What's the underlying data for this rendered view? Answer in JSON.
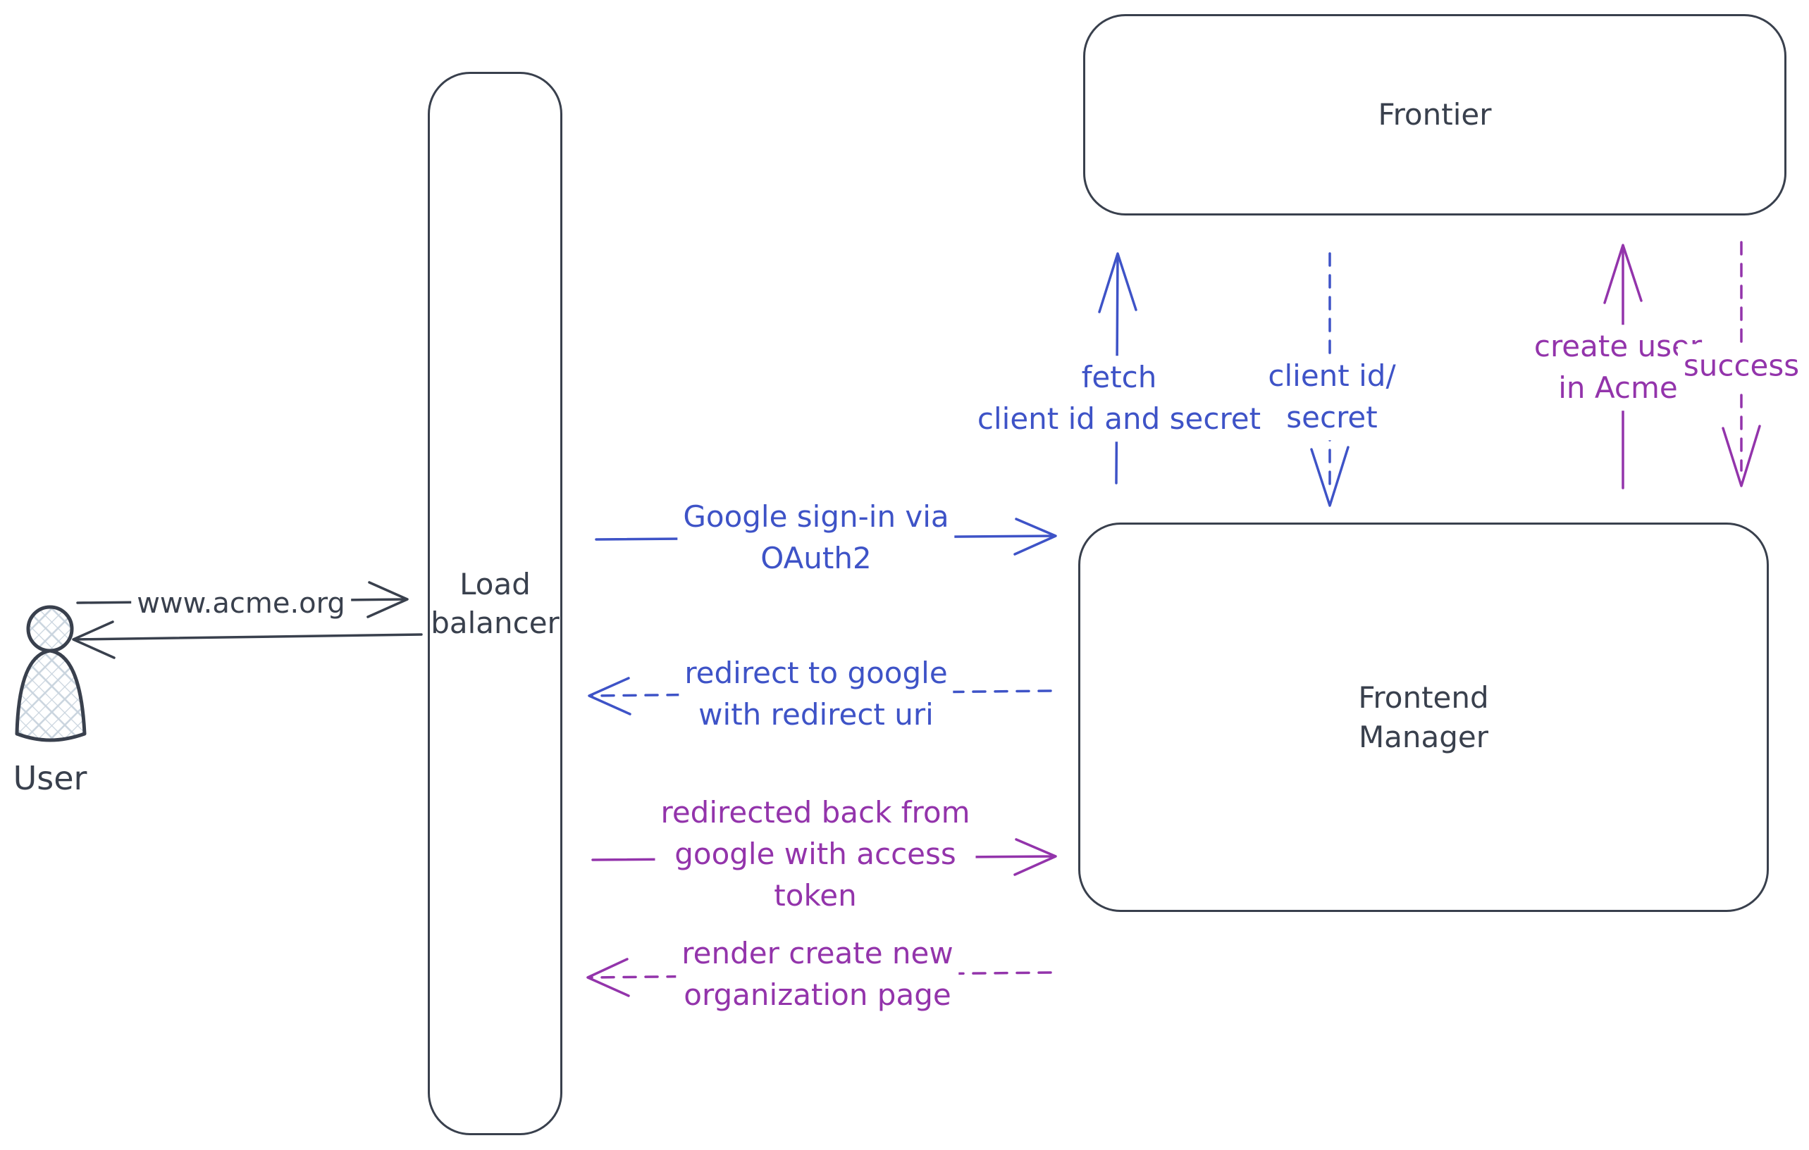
{
  "diagram": {
    "nodes": {
      "user": {
        "label": "User"
      },
      "load_balancer": {
        "label": "Load\nbalancer"
      },
      "frontier": {
        "label": "Frontier"
      },
      "frontend_manager": {
        "label": "Frontend\nManager"
      }
    },
    "flows": {
      "www_acme": {
        "label": "www.acme.org"
      },
      "google_signin": {
        "label": "Google sign-in via\nOAuth2"
      },
      "redirect_to_google": {
        "label": "redirect to google\nwith redirect uri"
      },
      "redirected_back": {
        "label": "redirected back from\ngoogle with access\ntoken"
      },
      "render_org_page": {
        "label": "render create new\norganization page"
      },
      "fetch_client_secret": {
        "label": "fetch\nclient id and secret"
      },
      "client_id_secret": {
        "label": "client id/\nsecret"
      },
      "create_user": {
        "label": "create user\nin Acme"
      },
      "success": {
        "label": "success"
      }
    },
    "colors": {
      "ink": "#39404d",
      "blue": "#3e53c7",
      "purple": "#9334ab",
      "background": "#ffffff"
    }
  }
}
